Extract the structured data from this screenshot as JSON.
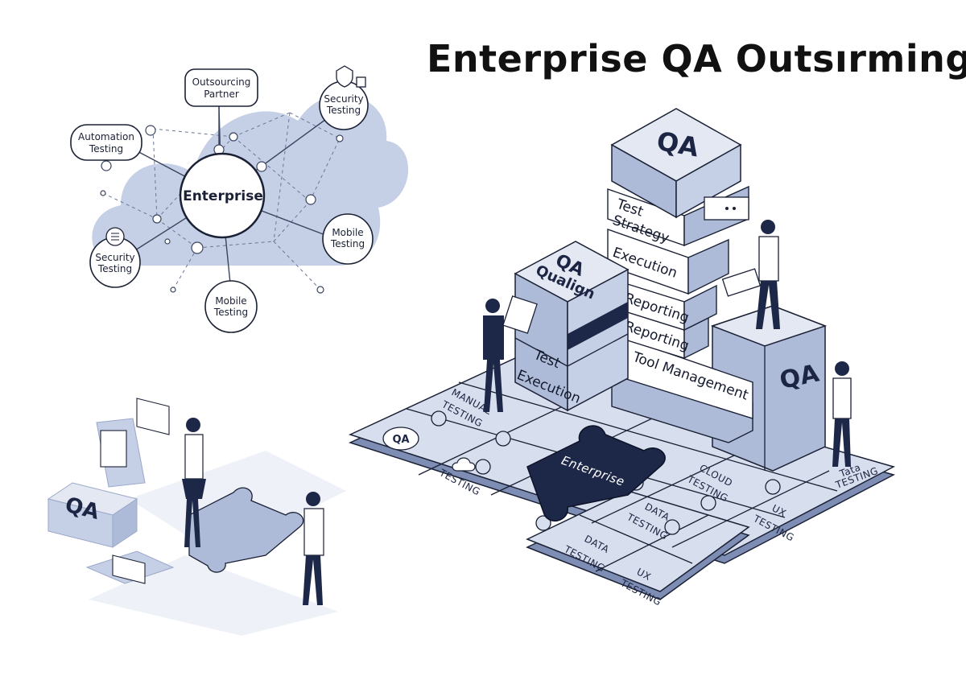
{
  "title": "Enterprise QA Outsırming",
  "colors": {
    "ink": "#1b2135",
    "navy": "#1d2748",
    "cloud": "#c5d0e6",
    "block_top": "#e3e8f3",
    "block_side": "#aebbd8",
    "tile": "#d7deee",
    "dark_tile": "#1d2748"
  },
  "network": {
    "hub": "Enterprise",
    "nodes": [
      {
        "lines": [
          "Outsourcing",
          "Partner"
        ]
      },
      {
        "lines": [
          "Automation",
          "Testing"
        ]
      },
      {
        "lines": [
          "Security",
          "Testing"
        ]
      },
      {
        "lines": [
          "Mobile",
          "Testing"
        ]
      },
      {
        "lines": [
          "Security",
          "Testing"
        ]
      },
      {
        "lines": [
          "Mobile",
          "Testing"
        ]
      }
    ]
  },
  "stack": {
    "top": "QA",
    "tower_labels": [
      "Test",
      "Strategy",
      "Execution",
      "Reporting",
      "Reporting",
      "Tool Management"
    ],
    "left_tower": {
      "top": [
        "QA",
        "Qualign"
      ],
      "labels": [
        "Test",
        "Execution"
      ]
    },
    "side_block": "QA"
  },
  "puzzle": {
    "tiles": [
      [
        "MANUAL",
        "TESTING"
      ],
      [
        "TESTING"
      ],
      [
        "CLOUD",
        "TESTING"
      ],
      [
        "DATA",
        "TESTING"
      ],
      [
        "UX",
        "TESTING"
      ],
      [
        "Tata",
        "TESTING"
      ],
      [
        "DATA",
        "TESTING"
      ],
      [
        "UX",
        "TESTING"
      ]
    ],
    "center": "Enterprise",
    "qa_badge": "QA"
  },
  "small_scene": {
    "qa_block": "QA"
  }
}
